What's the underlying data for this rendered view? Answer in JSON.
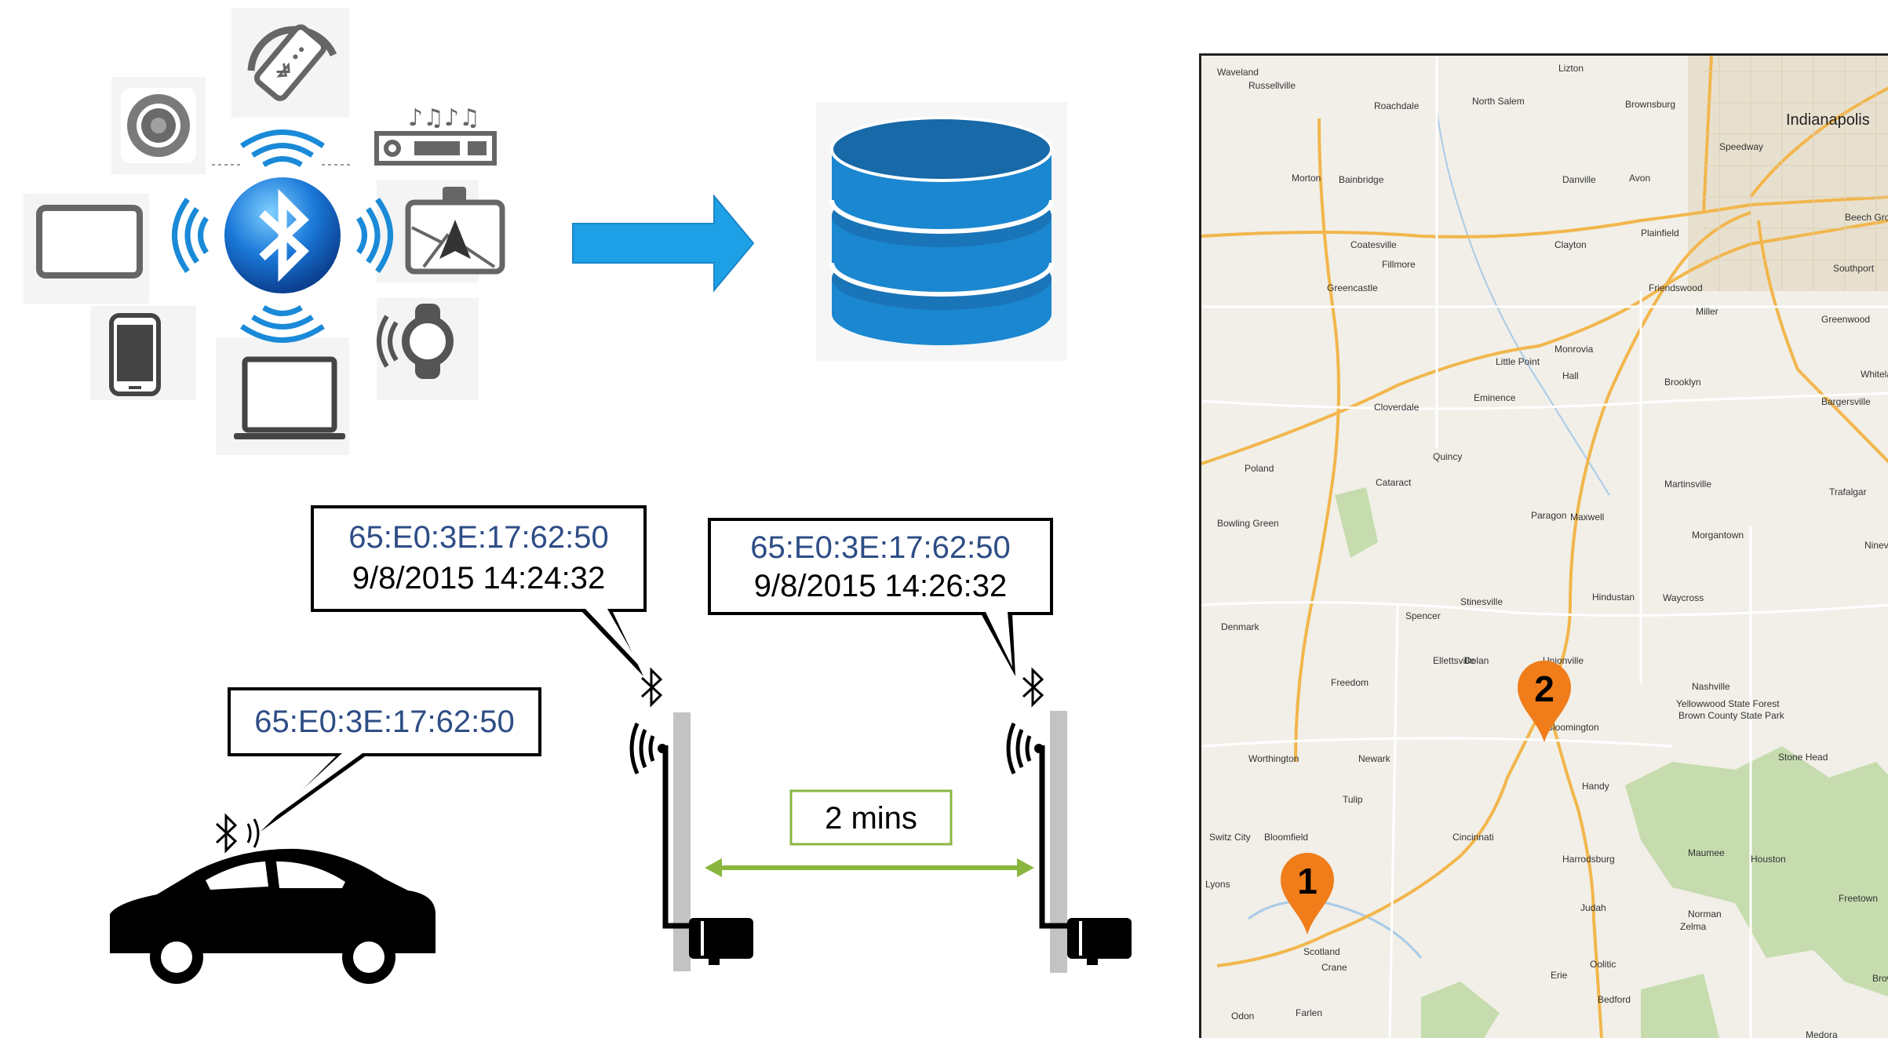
{
  "colors": {
    "bluetooth_blue": "#1a8ad8",
    "arrow_blue": "#1ea0e6",
    "db_blue": "#1b87d1",
    "mac_text": "#2e4d86",
    "range_green": "#8ab63f",
    "pin_orange": "#f07d1a",
    "map_bg": "#f1efe8",
    "forest_green": "#c6dcae",
    "highway_orange": "#f2b64c"
  },
  "devices": [
    "speaker-icon",
    "key-fob-icon",
    "car-stereo-icon",
    "tablet-icon",
    "bluetooth-icon",
    "gps-navigator-icon",
    "smartphone-icon",
    "laptop-icon",
    "smartwatch-icon"
  ],
  "callouts": {
    "car": {
      "mac": "65:E0:3E:17:62:50"
    },
    "reader1": {
      "mac": "65:E0:3E:17:62:50",
      "timestamp": "9/8/2015 14:24:32"
    },
    "reader2": {
      "mac": "65:E0:3E:17:62:50",
      "timestamp": "9/8/2015 14:26:32"
    }
  },
  "travel_time": "2 mins",
  "map": {
    "markers": [
      {
        "label": "1"
      },
      {
        "label": "2"
      }
    ],
    "places": [
      {
        "name": "Indianapolis",
        "big": true
      },
      {
        "name": "Waveland"
      },
      {
        "name": "Russellville"
      },
      {
        "name": "Roachdale"
      },
      {
        "name": "North Salem"
      },
      {
        "name": "Lizton"
      },
      {
        "name": "Brownsburg"
      },
      {
        "name": "Speedway"
      },
      {
        "name": "Morton"
      },
      {
        "name": "Bainbridge"
      },
      {
        "name": "Danville"
      },
      {
        "name": "Avon"
      },
      {
        "name": "Beech Grove"
      },
      {
        "name": "Plainfield"
      },
      {
        "name": "Coatesville"
      },
      {
        "name": "Clayton"
      },
      {
        "name": "Fillmore"
      },
      {
        "name": "Southport"
      },
      {
        "name": "Greencastle"
      },
      {
        "name": "Friendswood"
      },
      {
        "name": "Miller"
      },
      {
        "name": "Greenwood"
      },
      {
        "name": "Monrovia"
      },
      {
        "name": "Little Point"
      },
      {
        "name": "Hall"
      },
      {
        "name": "Brooklyn"
      },
      {
        "name": "Whiteland"
      },
      {
        "name": "Cloverdale"
      },
      {
        "name": "Eminence"
      },
      {
        "name": "Bargersville"
      },
      {
        "name": "Poland"
      },
      {
        "name": "Quincy"
      },
      {
        "name": "Cataract"
      },
      {
        "name": "Martinsville"
      },
      {
        "name": "Trafalgar"
      },
      {
        "name": "Bowling Green"
      },
      {
        "name": "Paragon"
      },
      {
        "name": "Maxwell"
      },
      {
        "name": "Morgantown"
      },
      {
        "name": "Nineveh"
      },
      {
        "name": "Stinesville"
      },
      {
        "name": "Hindustan"
      },
      {
        "name": "Waycross"
      },
      {
        "name": "Spencer"
      },
      {
        "name": "Denmark"
      },
      {
        "name": "Ellettsville"
      },
      {
        "name": "Dolan"
      },
      {
        "name": "Unionville"
      },
      {
        "name": "Nashville"
      },
      {
        "name": "Freedom"
      },
      {
        "name": "Bloomington"
      },
      {
        "name": "Yellowwood State Forest"
      },
      {
        "name": "Brown County State Park"
      },
      {
        "name": "Worthington"
      },
      {
        "name": "Newark"
      },
      {
        "name": "Stone Head"
      },
      {
        "name": "Handy"
      },
      {
        "name": "Tulip"
      },
      {
        "name": "Switz City"
      },
      {
        "name": "Bloomfield"
      },
      {
        "name": "Cincinnati"
      },
      {
        "name": "Harrodsburg"
      },
      {
        "name": "Maumee"
      },
      {
        "name": "Houston"
      },
      {
        "name": "Lyons"
      },
      {
        "name": "Judah"
      },
      {
        "name": "Freetown"
      },
      {
        "name": "Norman"
      },
      {
        "name": "Zelma"
      },
      {
        "name": "Scotland"
      },
      {
        "name": "Crane"
      },
      {
        "name": "Oolitic"
      },
      {
        "name": "Erie"
      },
      {
        "name": "Bedford"
      },
      {
        "name": "Farlen"
      },
      {
        "name": "Odon"
      },
      {
        "name": "Medora"
      },
      {
        "name": "Brow"
      }
    ]
  }
}
